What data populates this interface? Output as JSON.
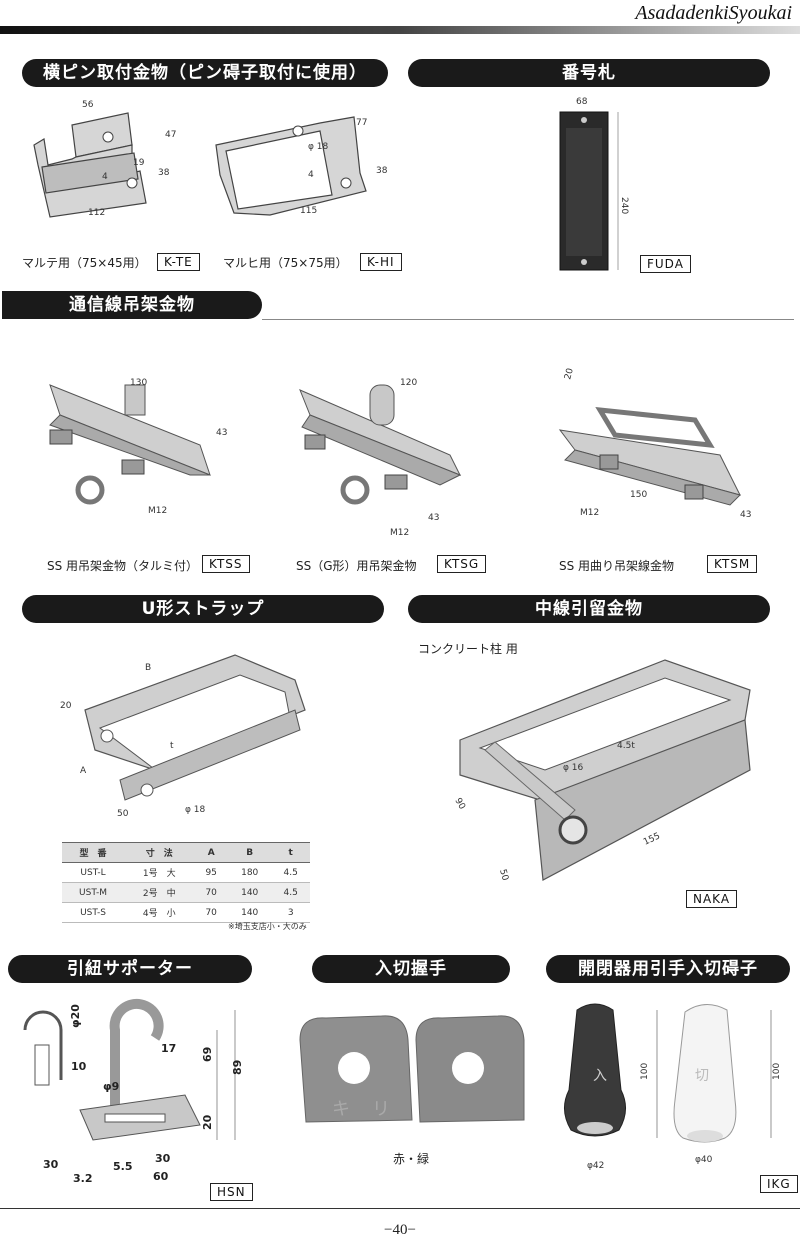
{
  "brand": "AsadadenkiSyoukai",
  "sections": {
    "yokopin": {
      "title": "横ピン取付金物（ピン碍子取付に使用）",
      "items": [
        {
          "caption": "マルテ用（75×45用）",
          "code": "K-TE",
          "dims": [
            "56",
            "47",
            "19",
            "4",
            "38",
            "112"
          ]
        },
        {
          "caption": "マルヒ用（75×75用）",
          "code": "K-HI",
          "dims": [
            "77",
            "φ 18",
            "4",
            "38",
            "115"
          ]
        }
      ]
    },
    "bangou": {
      "title": "番号札",
      "items": [
        {
          "code": "FUDA",
          "dims": [
            "68",
            "240"
          ]
        }
      ]
    },
    "tsushin": {
      "title": "通信線吊架金物",
      "items": [
        {
          "caption": "SS 用吊架金物（タルミ付）",
          "code": "KTSS",
          "dims": [
            "130",
            "43",
            "M12"
          ]
        },
        {
          "caption": "SS（G形）用吊架金物",
          "code": "KTSG",
          "dims": [
            "120",
            "43",
            "M12"
          ]
        },
        {
          "caption": "SS 用曲り吊架線金物",
          "code": "KTSM",
          "dims": [
            "20",
            "150",
            "M12",
            "43"
          ]
        }
      ]
    },
    "ustrap": {
      "title": "U形ストラップ",
      "dims": [
        "B",
        "20",
        "t",
        "A",
        "50",
        "φ 18"
      ],
      "table": {
        "headers": [
          "型　番",
          "寸　法",
          "A",
          "B",
          "t"
        ],
        "rows": [
          [
            "UST-L",
            "1号　大",
            "95",
            "180",
            "4.5"
          ],
          [
            "UST-M",
            "2号　中",
            "70",
            "140",
            "4.5"
          ],
          [
            "UST-S",
            "4号　小",
            "70",
            "140",
            "3"
          ]
        ],
        "note": "※埼玉支店小・大のみ"
      }
    },
    "chusen": {
      "title": "中線引留金物",
      "subtitle": "コンクリート柱 用",
      "code": "NAKA",
      "dims": [
        "φ 16",
        "4.5t",
        "90",
        "155",
        "50"
      ]
    },
    "hikihimo": {
      "title": "引紐サポーター",
      "code": "HSN",
      "dims": [
        "φ20",
        "10",
        "17",
        "69",
        "89",
        "φ9",
        "20",
        "30",
        "5.5",
        "30",
        "60",
        "3.2"
      ]
    },
    "irikiri": {
      "title": "入切握手",
      "caption": "赤・緑",
      "marks": [
        "キ",
        "リ"
      ]
    },
    "kaiheiki": {
      "title": "開閉器用引手入切碍子",
      "code": "IKG",
      "dims": [
        "100",
        "φ42",
        "100",
        "φ40"
      ],
      "marks": [
        "入",
        "切"
      ]
    }
  },
  "page_number": "−40−"
}
